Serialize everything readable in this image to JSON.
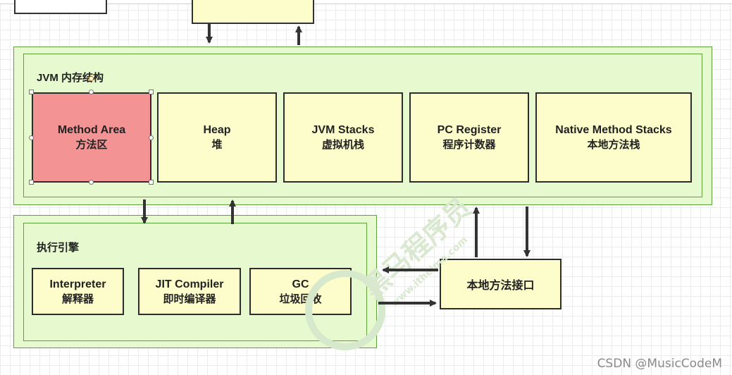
{
  "jvm_memory": {
    "title": "JVM 内存结构",
    "areas": [
      {
        "en": "Method Area",
        "zh": "方法区",
        "selected": true
      },
      {
        "en": "Heap",
        "zh": "堆"
      },
      {
        "en": "JVM Stacks",
        "zh": "虚拟机栈"
      },
      {
        "en": "PC Register",
        "zh": "程序计数器"
      },
      {
        "en": "Native Method Stacks",
        "zh": "本地方法栈"
      }
    ]
  },
  "execution_engine": {
    "title": "执行引擎",
    "components": [
      {
        "en": "Interpreter",
        "zh": "解释器"
      },
      {
        "en": "JIT Compiler",
        "zh": "即时编译器"
      },
      {
        "en": "GC",
        "zh": "垃圾回收"
      }
    ]
  },
  "native_interface": {
    "label": "本地方法接口"
  },
  "watermark": {
    "text": "黑马程序员",
    "url": "www.itheima.com"
  },
  "credit": "CSDN @MusicCodeM",
  "colors": {
    "container_fill": "#e6f9cf",
    "container_border": "#5da23a",
    "block_fill": "#fdfccb",
    "selected_fill": "#f49393",
    "arrow": "#333333"
  }
}
